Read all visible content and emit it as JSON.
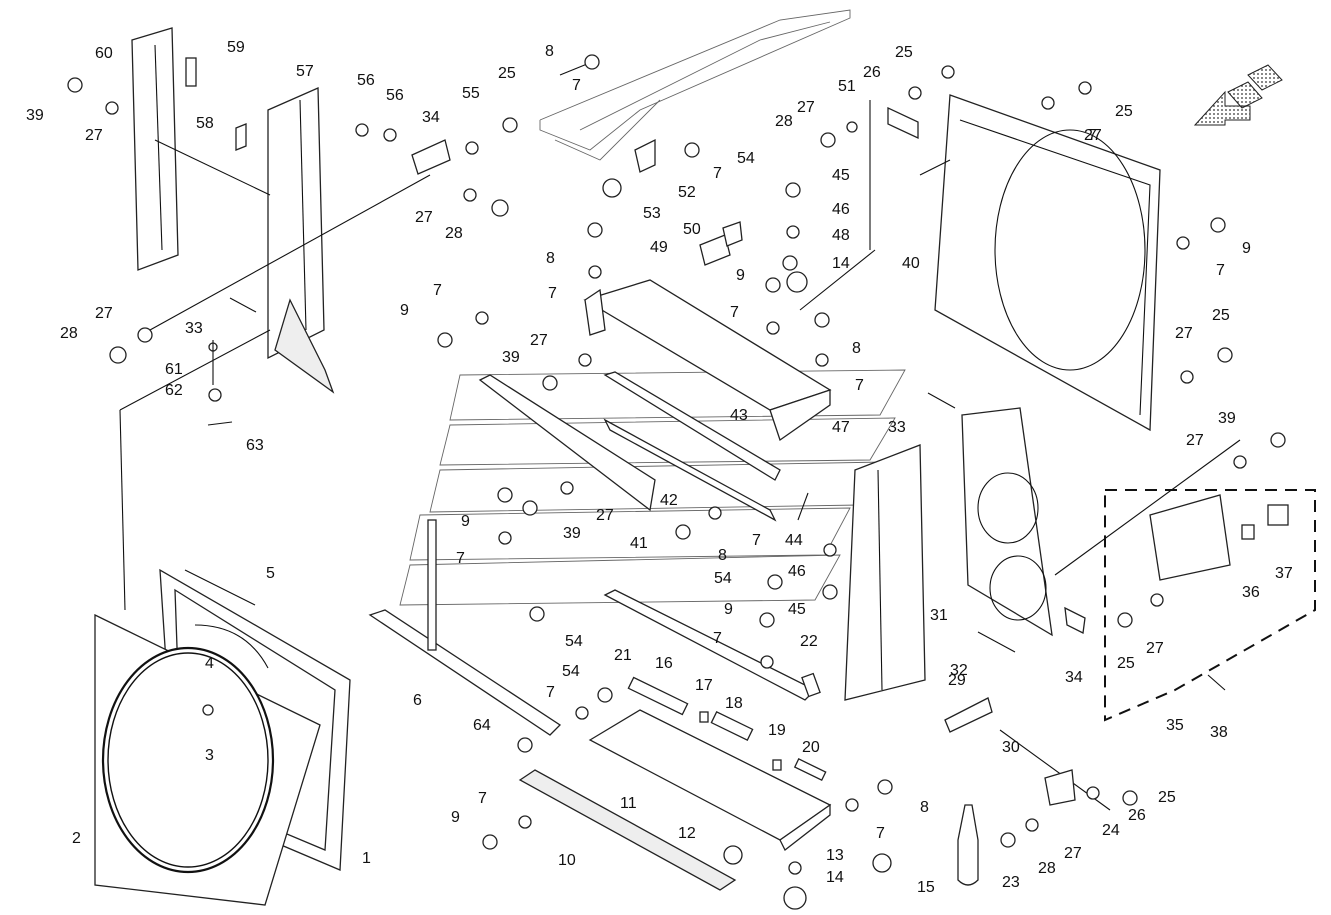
{
  "callouts": [
    "1",
    "2",
    "3",
    "4",
    "5",
    "6",
    "7",
    "8",
    "9",
    "10",
    "11",
    "12",
    "13",
    "14",
    "15",
    "16",
    "17",
    "18",
    "19",
    "20",
    "21",
    "22",
    "23",
    "24",
    "25",
    "26",
    "27",
    "28",
    "29",
    "30",
    "31",
    "32",
    "33",
    "34",
    "35",
    "36",
    "37",
    "38",
    "39",
    "40",
    "41",
    "42",
    "43",
    "44",
    "45",
    "46",
    "47",
    "48",
    "49",
    "50",
    "51",
    "52",
    "53",
    "54",
    "55",
    "56",
    "57",
    "58",
    "59",
    "60",
    "61",
    "62",
    "63",
    "64"
  ],
  "direction_marker": "arrow-hatched-icon"
}
